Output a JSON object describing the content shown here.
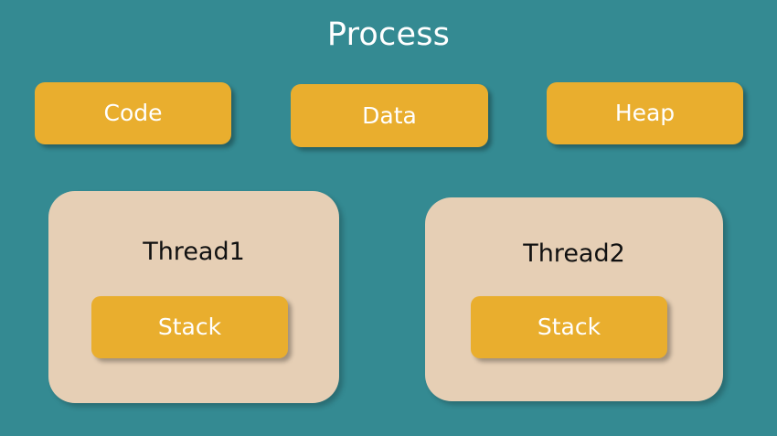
{
  "diagram": {
    "title": "Process",
    "background_color": "#348a92",
    "segments": [
      {
        "label": "Code",
        "color": "#e9ae2e"
      },
      {
        "label": "Data",
        "color": "#e9ae2e"
      },
      {
        "label": "Heap",
        "color": "#e9ae2e"
      }
    ],
    "threads": [
      {
        "label": "Thread1",
        "color": "#e6cfb5",
        "text_color": "#111111",
        "stack": {
          "label": "Stack",
          "color": "#e9ae2e"
        }
      },
      {
        "label": "Thread2",
        "color": "#e6cfb5",
        "text_color": "#111111",
        "stack": {
          "label": "Stack",
          "color": "#e9ae2e"
        }
      }
    ]
  }
}
